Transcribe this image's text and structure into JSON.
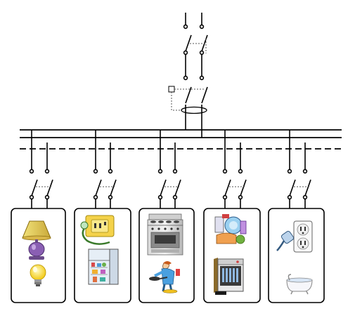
{
  "diagram": {
    "line_color": "#000000",
    "dotted_color": "#555555",
    "circuits": [
      {
        "items": [
          "table-lamp",
          "light-bulb"
        ]
      },
      {
        "items": [
          "wall-socket-with-plug",
          "open-refrigerator"
        ]
      },
      {
        "items": [
          "kitchen-stove-oven",
          "person-cooking"
        ]
      },
      {
        "items": [
          "washing-and-household-appliances",
          "dishwasher"
        ]
      },
      {
        "items": [
          "electrical-outlet-with-plug",
          "bathtub"
        ]
      }
    ]
  }
}
